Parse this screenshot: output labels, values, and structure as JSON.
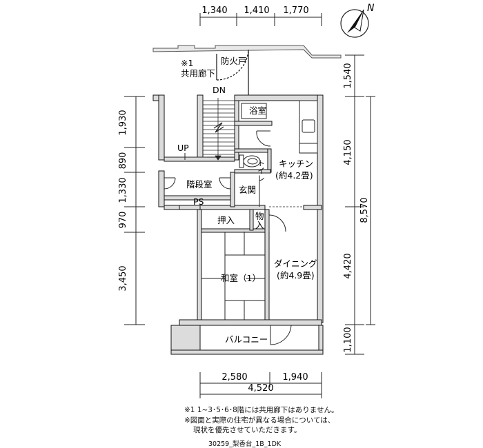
{
  "top_dims": [
    "1,340",
    "1,410",
    "1,770"
  ],
  "bottom_dims": [
    "2,580",
    "1,940"
  ],
  "bottom_total": "4,520",
  "left_dims": [
    "1,930",
    "890",
    "1,330",
    "970",
    "3,450"
  ],
  "right_dims": [
    "1,540",
    "4,150",
    "4,420",
    "1,100"
  ],
  "right_total": "8,570",
  "compass": {
    "label": "N",
    "icon": "north-arrow-icon"
  },
  "rooms": {
    "corridor_ref": "※1",
    "corridor": "共用廊下",
    "fire_door": "防火戸",
    "down": "DN",
    "up": "UP",
    "bath": "浴室",
    "toilet": "トイレ",
    "kitchen": "キッチン",
    "kitchen_size": "(約4.2畳)",
    "stair_hall": "階段室",
    "entrance": "玄関",
    "ps": "PS",
    "closet": "押入",
    "storage": "物入",
    "washitsu": "和室（1）",
    "dining": "ダイニング",
    "dining_size": "(約4.9畳)",
    "balcony": "バルコニー"
  },
  "notes": [
    "※1 1~3･5･6･8階には共用廊下はありません。",
    "※図面と実際の住宅が異なる場合については、",
    "現状を優先させていただきます。"
  ],
  "code": "30259_梨香台_1B_1DK"
}
